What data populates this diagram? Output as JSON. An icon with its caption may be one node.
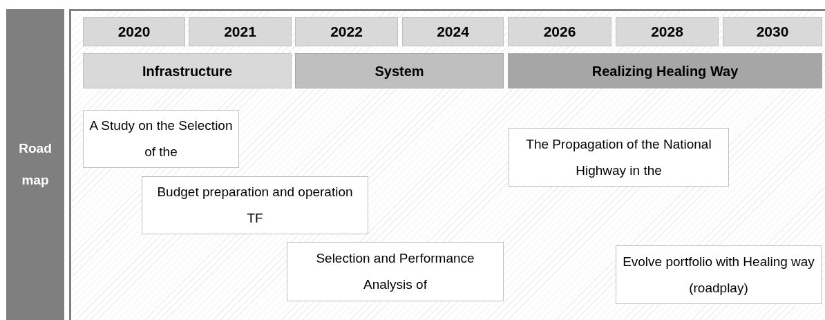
{
  "diagram": {
    "nodes": [
      {
        "text": [
          "Road map"
        ]
      },
      {
        "text": [
          "2020"
        ]
      },
      {
        "text": [
          "2021"
        ]
      },
      {
        "text": [
          "2022"
        ]
      },
      {
        "text": [
          "2024"
        ]
      },
      {
        "text": [
          "2026"
        ]
      },
      {
        "text": [
          "2028"
        ]
      },
      {
        "text": [
          "2030"
        ]
      },
      {
        "text": [
          "Infrastructure"
        ]
      },
      {
        "text": [
          "System"
        ]
      },
      {
        "text": [
          "Realizing Healing Way"
        ]
      },
      {
        "text": [
          "A Study on the Selection of the"
        ]
      },
      {
        "text": [
          "Budget preparation and operation TF"
        ]
      },
      {
        "text": [
          "Selection and Performance Analysis of"
        ]
      },
      {
        "text": [
          "The Propagation of the National Highway in the"
        ]
      },
      {
        "text": [
          "Evolve portfolio with Healing way (roadplay)"
        ]
      }
    ]
  }
}
